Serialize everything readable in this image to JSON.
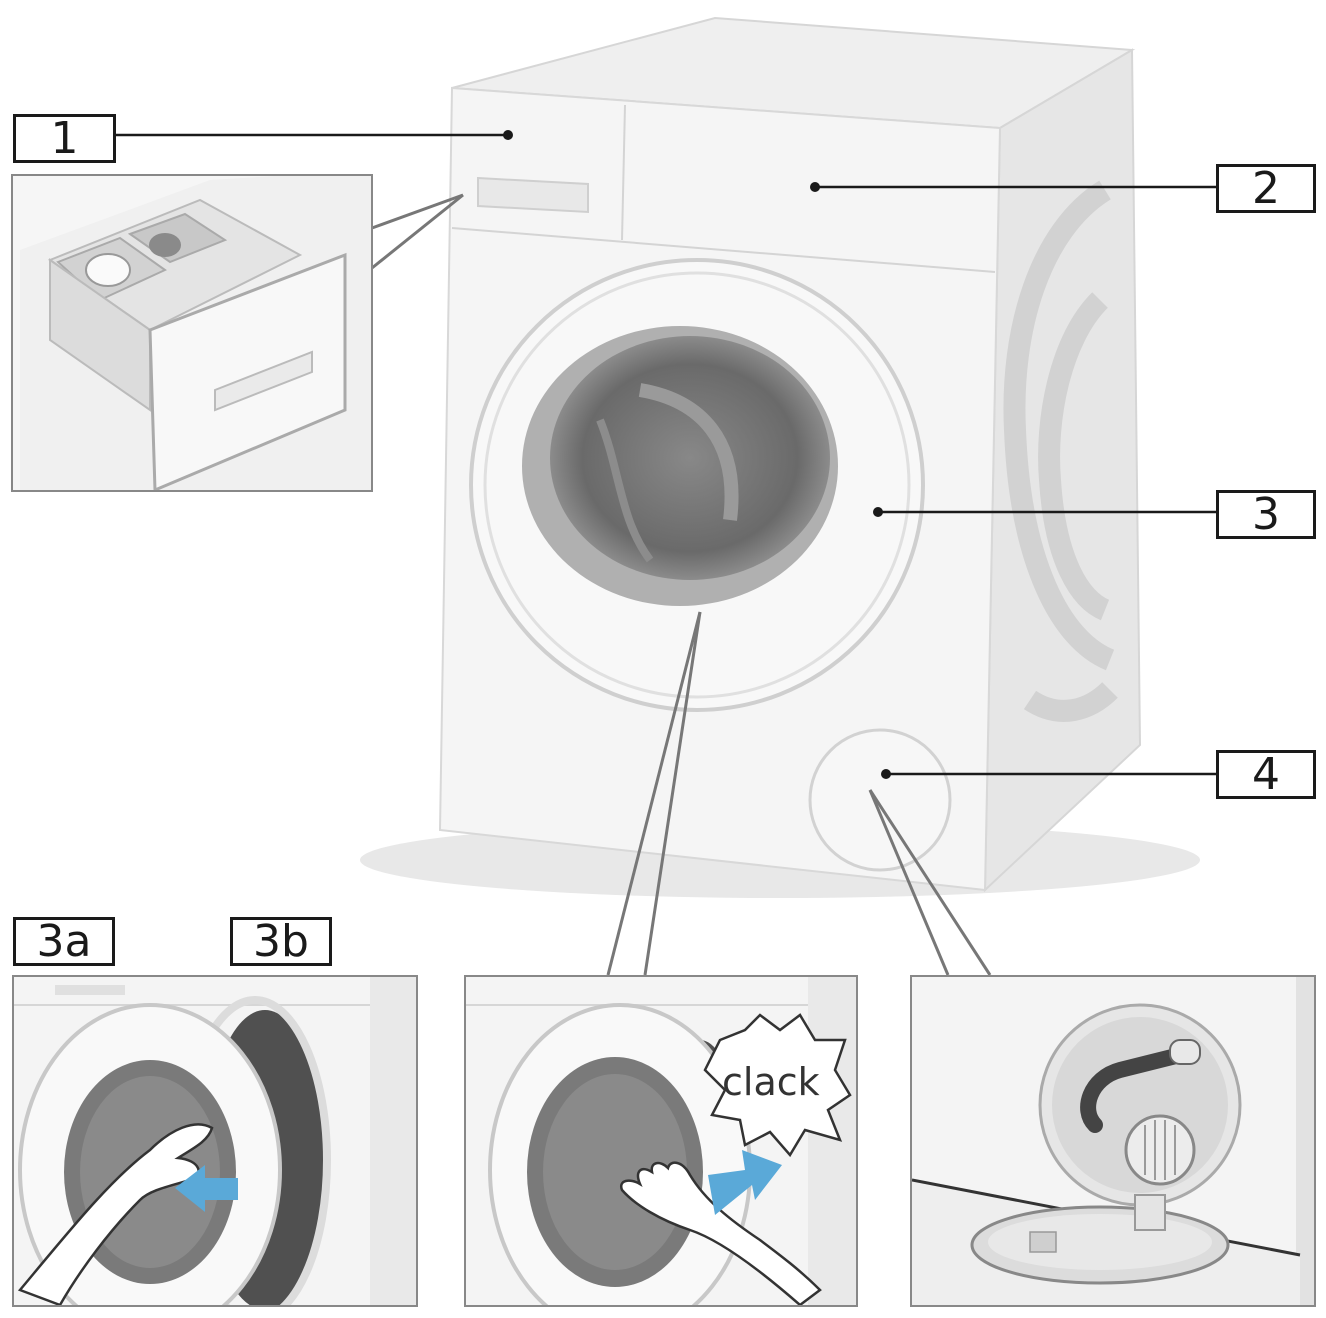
{
  "labels": {
    "l1": "1",
    "l2": "2",
    "l3": "3",
    "l4": "4",
    "l3a": "3a",
    "l3b": "3b"
  },
  "sound_text": "clack",
  "colors": {
    "outline": "#1a1a1a",
    "machine_body": "#f4f4f4",
    "machine_shadow": "#e2e2e2",
    "drum_dark": "#6e6e6e",
    "arrow_blue": "#5aa9d8"
  }
}
